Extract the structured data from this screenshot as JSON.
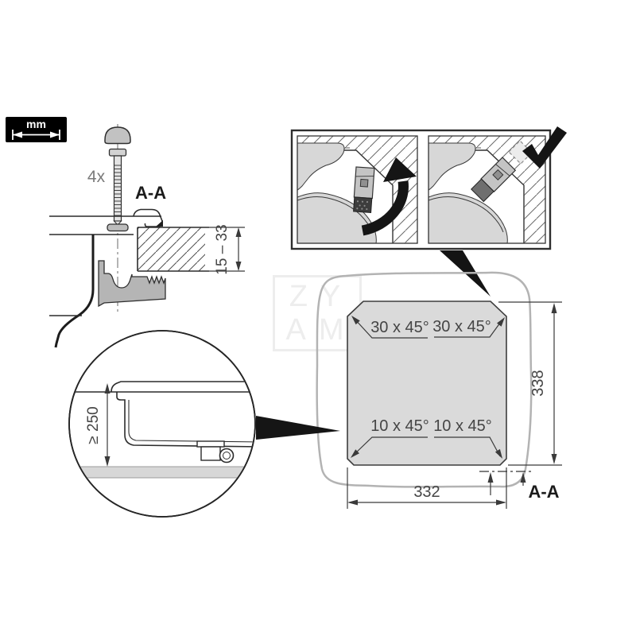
{
  "badge": {
    "unit": "mm"
  },
  "watermark": {
    "line1": "ZY",
    "line2": "AM"
  },
  "fastener": {
    "quantity": "4x",
    "section": "A-A"
  },
  "crosssection": {
    "thickness_range": "15 – 33"
  },
  "cutout": {
    "top_left_chamfer": "30 x 45°",
    "top_right_chamfer": "30 x 45°",
    "bottom_left_chamfer": "10 x 45°",
    "bottom_right_chamfer": "10 x 45°",
    "width_mm": "332",
    "height_mm": "338",
    "section": "A-A"
  },
  "detail": {
    "min_clearance": "≥ 250"
  },
  "colors": {
    "ink": "#262626",
    "dim_text": "#454545",
    "cutout_fill": "#dadada",
    "clamp_fill": "#b5b5b5",
    "counter_outline": "#b3b3b3",
    "watermark": "#ededed",
    "badge_bg": "#000000"
  }
}
